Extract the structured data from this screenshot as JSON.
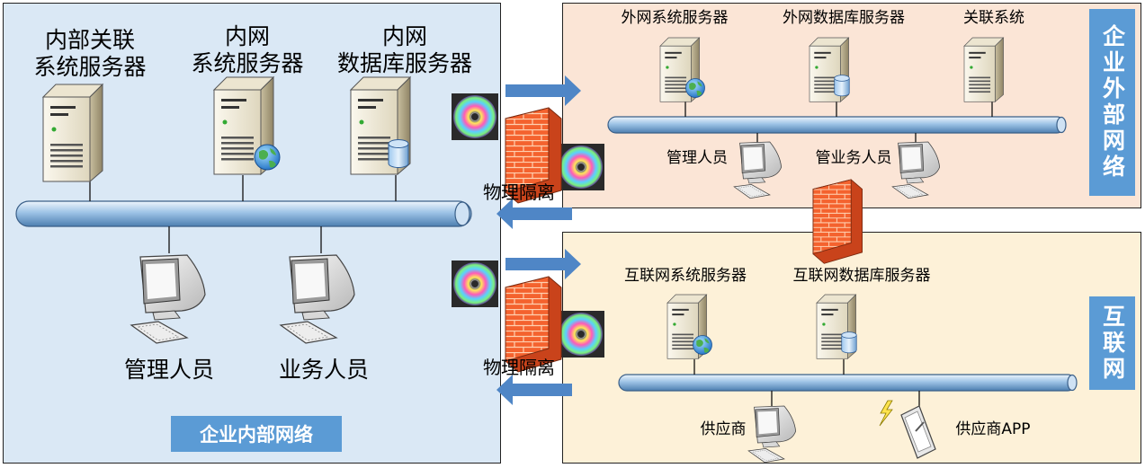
{
  "internal": {
    "badge": "企业内部网络",
    "servers": [
      "内部关联\n系统服务器",
      "内网\n系统服务器",
      "内网\n数据库服务器"
    ],
    "users": [
      "管理人员",
      "业务人员"
    ]
  },
  "external": {
    "badge": "企业外部网络",
    "servers": [
      "外网系统服务器",
      "外网数据库服务器",
      "关联系统"
    ],
    "users": [
      "管理人员",
      "管业务人员"
    ]
  },
  "internet": {
    "badge": "互联网",
    "servers": [
      "互联网系统服务器",
      "互联网数据库服务器"
    ],
    "clients": [
      "供应商",
      "供应商APP"
    ]
  },
  "isolation": {
    "label_top": "物理隔离",
    "label_bottom": "物理隔离"
  },
  "colors": {
    "internal_bg": "#dae8f5",
    "external_bg": "#fbe5d6",
    "internet_bg": "#fdf1d8",
    "badge": "#5b9bd5",
    "arrow": "#4f86c6",
    "firewall": "#f4622e",
    "pipe": "#9dc3e6"
  },
  "icons": [
    "server-icon",
    "computer-icon",
    "globe-icon",
    "database-icon",
    "firewall-icon",
    "cd-icon",
    "arrow-icon",
    "tablet-icon",
    "lightning-icon"
  ]
}
